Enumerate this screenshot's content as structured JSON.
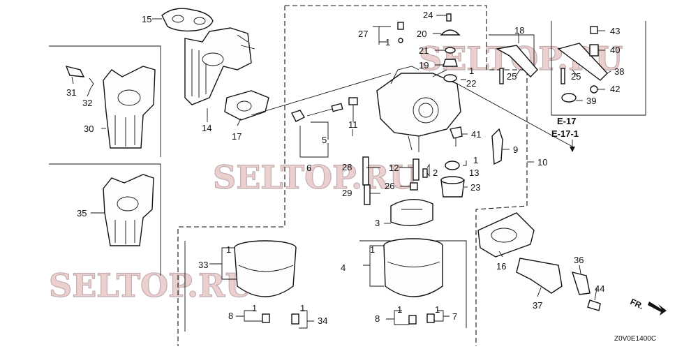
{
  "labels": {
    "p1": "1",
    "p3": "3",
    "p4": "4",
    "p5": "5",
    "p6": "6",
    "p7": "7",
    "p8": "8",
    "p9": "9",
    "p10": "10",
    "p11": "11",
    "p12": "12",
    "p13": "13",
    "p14": "14",
    "p15": "15",
    "p16": "16",
    "p17": "17",
    "p18": "18",
    "p19": "19",
    "p20": "20",
    "p21": "21",
    "p22": "22",
    "p23": "23",
    "p24": "24",
    "p25": "25",
    "p26": "26",
    "p27": "27",
    "p28": "28",
    "p29": "29",
    "p30": "30",
    "p31": "31",
    "p32": "32",
    "p33": "33",
    "p34": "34",
    "p35": "35",
    "p36": "36",
    "p37": "37",
    "p38": "38",
    "p39": "39",
    "p40": "40",
    "p41": "41",
    "p42": "42",
    "p43": "43",
    "p44": "44",
    "p2": "2"
  },
  "refs": {
    "e17": "E-17",
    "e171": "E-17-1"
  },
  "direction": "FR.",
  "code": "Z0V0E1400C",
  "watermark": "SELTOP.RU"
}
